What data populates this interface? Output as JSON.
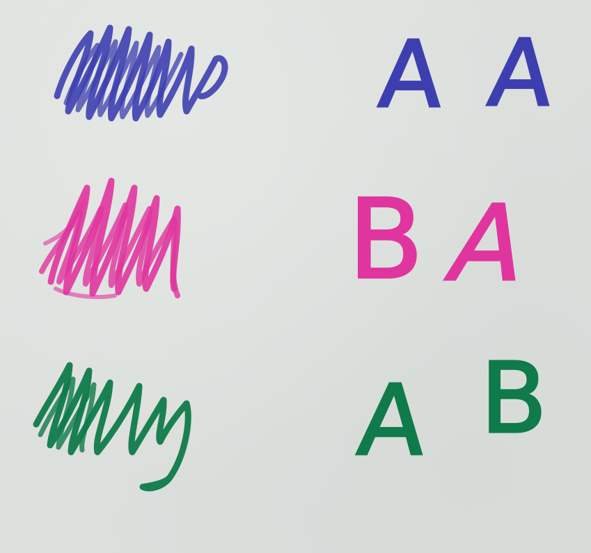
{
  "rows": [
    {
      "color": "#3d3fb0",
      "letters": [
        "A",
        "A"
      ]
    },
    {
      "color": "#e0359f",
      "letters": [
        "B",
        "A"
      ]
    },
    {
      "color": "#0f7a4a",
      "letters": [
        "A",
        "B"
      ]
    }
  ]
}
